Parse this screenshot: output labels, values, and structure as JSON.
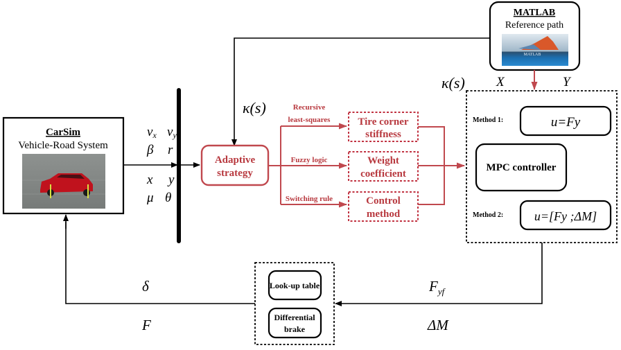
{
  "carsim": {
    "title": "CarSim",
    "subtitle": "Vehicle-Road System",
    "image": "red-car-on-road"
  },
  "state_vars": {
    "row1": [
      "vx",
      "vy"
    ],
    "row2": [
      "β",
      "r"
    ],
    "row3": [
      "x",
      "y"
    ],
    "row4": [
      "μ",
      "θ"
    ]
  },
  "matlab": {
    "title": "MATLAB",
    "subtitle": "Reference path",
    "image": "matlab-logo"
  },
  "signals": {
    "kappa_top": "κ(s)",
    "kappa_right": "κ(s)",
    "X": "X",
    "Y": "Y",
    "delta": "δ",
    "F": "F",
    "Fyf": "F",
    "Fyf_sub": "yf",
    "dM": "ΔM"
  },
  "adaptive": {
    "line1": "Adaptive",
    "line2": "strategy"
  },
  "branches": [
    {
      "method_l1": "Recursive",
      "method_l2": "least-squares",
      "target_l1": "Tire corner",
      "target_l2": "stiffness"
    },
    {
      "method_l1": "Fuzzy logic",
      "method_l2": "",
      "target_l1": "Weight",
      "target_l2": "coefficient"
    },
    {
      "method_l1": "Switching rule",
      "method_l2": "",
      "target_l1": "Control",
      "target_l2": "method"
    }
  ],
  "mpc": {
    "method1_label": "Method 1:",
    "method1_eq": "u=Fy",
    "controller": "MPC controller",
    "method2_label": "Method 2:",
    "method2_eq": "u=[Fy ;ΔM]"
  },
  "actuator": {
    "lookup": "Look-up table",
    "diff_l1": "Differential",
    "diff_l2": "brake"
  },
  "colors": {
    "accent_red": "#c0484e",
    "black": "#000000"
  }
}
